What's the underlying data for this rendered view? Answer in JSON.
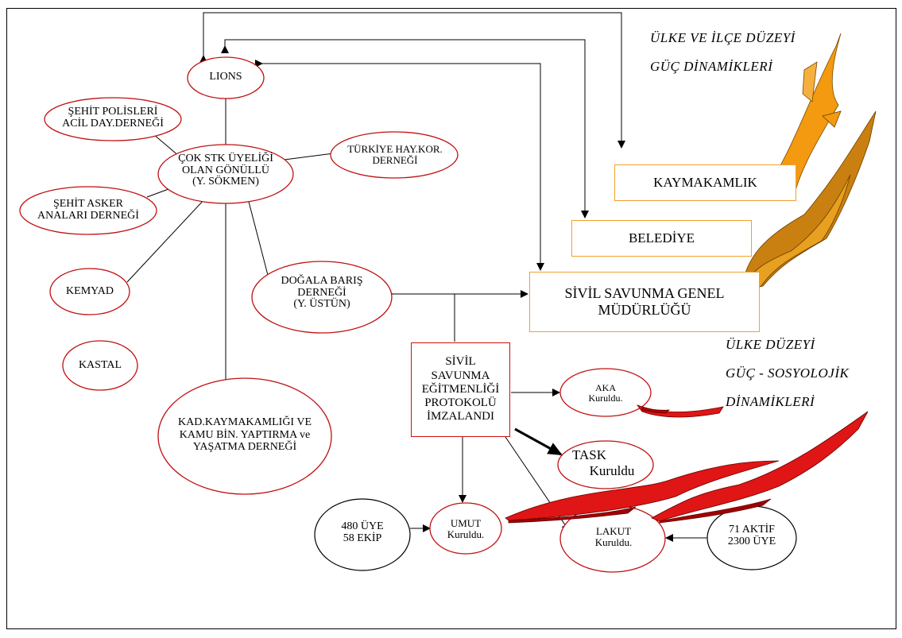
{
  "headings": {
    "country_district": [
      "ÜLKE VE İLÇE DÜZEYİ",
      "GÜÇ DİNAMİKLERİ"
    ],
    "country_sociological": [
      "ÜLKE DÜZEYİ",
      "GÜÇ - SOSYOLOJİK",
      "DİNAMİKLERİ"
    ]
  },
  "nodes": {
    "lions": "LIONS",
    "sehit_polisleri": [
      "ŞEHİT POLİSLERİ",
      "ACİL DAY.DERNEĞİ"
    ],
    "cok_stk": [
      "ÇOK STK ÜYELİĞİ",
      "OLAN GÖNÜLLÜ",
      "(Y. SÖKMEN)"
    ],
    "turkiye_hay": [
      "TÜRKİYE HAY.KOR.",
      "DERNEĞİ"
    ],
    "sehit_asker": [
      "ŞEHİT ASKER",
      "ANALARI DERNEĞİ"
    ],
    "kemyad": "KEMYAD",
    "kastal": "KASTAL",
    "dogala_baris": [
      "DOĞALA BARIŞ",
      "DERNEĞİ",
      "(Y. ÜSTÜN)"
    ],
    "kad_kaymakamligi": [
      "KAD.KAYMAKAMLIĞI VE",
      "KAMU BİN. YAPTIRMA ve",
      "YAŞATMA DERNEĞİ"
    ],
    "kaymakamlik": "KAYMAKAMLIK",
    "belediye": "BELEDİYE",
    "sivil_savunma_genel": [
      "SİVİL SAVUNMA GENEL",
      "MÜDÜRLÜĞÜ"
    ],
    "protokol": [
      "SİVİL",
      "SAVUNMA",
      "EĞİTMENLİĞİ",
      "PROTOKOLÜ",
      "İMZALANDI"
    ],
    "aka": [
      "AKA",
      "Kuruldu."
    ],
    "task": [
      "TASK",
      "Kuruldu"
    ],
    "umut": [
      "UMUT",
      "Kuruldu."
    ],
    "lakut": [
      "LAKUT",
      "Kuruldu."
    ],
    "uye_480": [
      "480 ÜYE",
      "58 EKİP"
    ],
    "aktif_71": [
      "71 AKTİF",
      "2300 ÜYE"
    ]
  },
  "colors": {
    "orange_box_border": "#f0a030",
    "red_box_border": "#d01010",
    "orange_arrow": "#f39a10",
    "orange_arrow_dark": "#c97a08",
    "red_arrow": "#e01515"
  }
}
